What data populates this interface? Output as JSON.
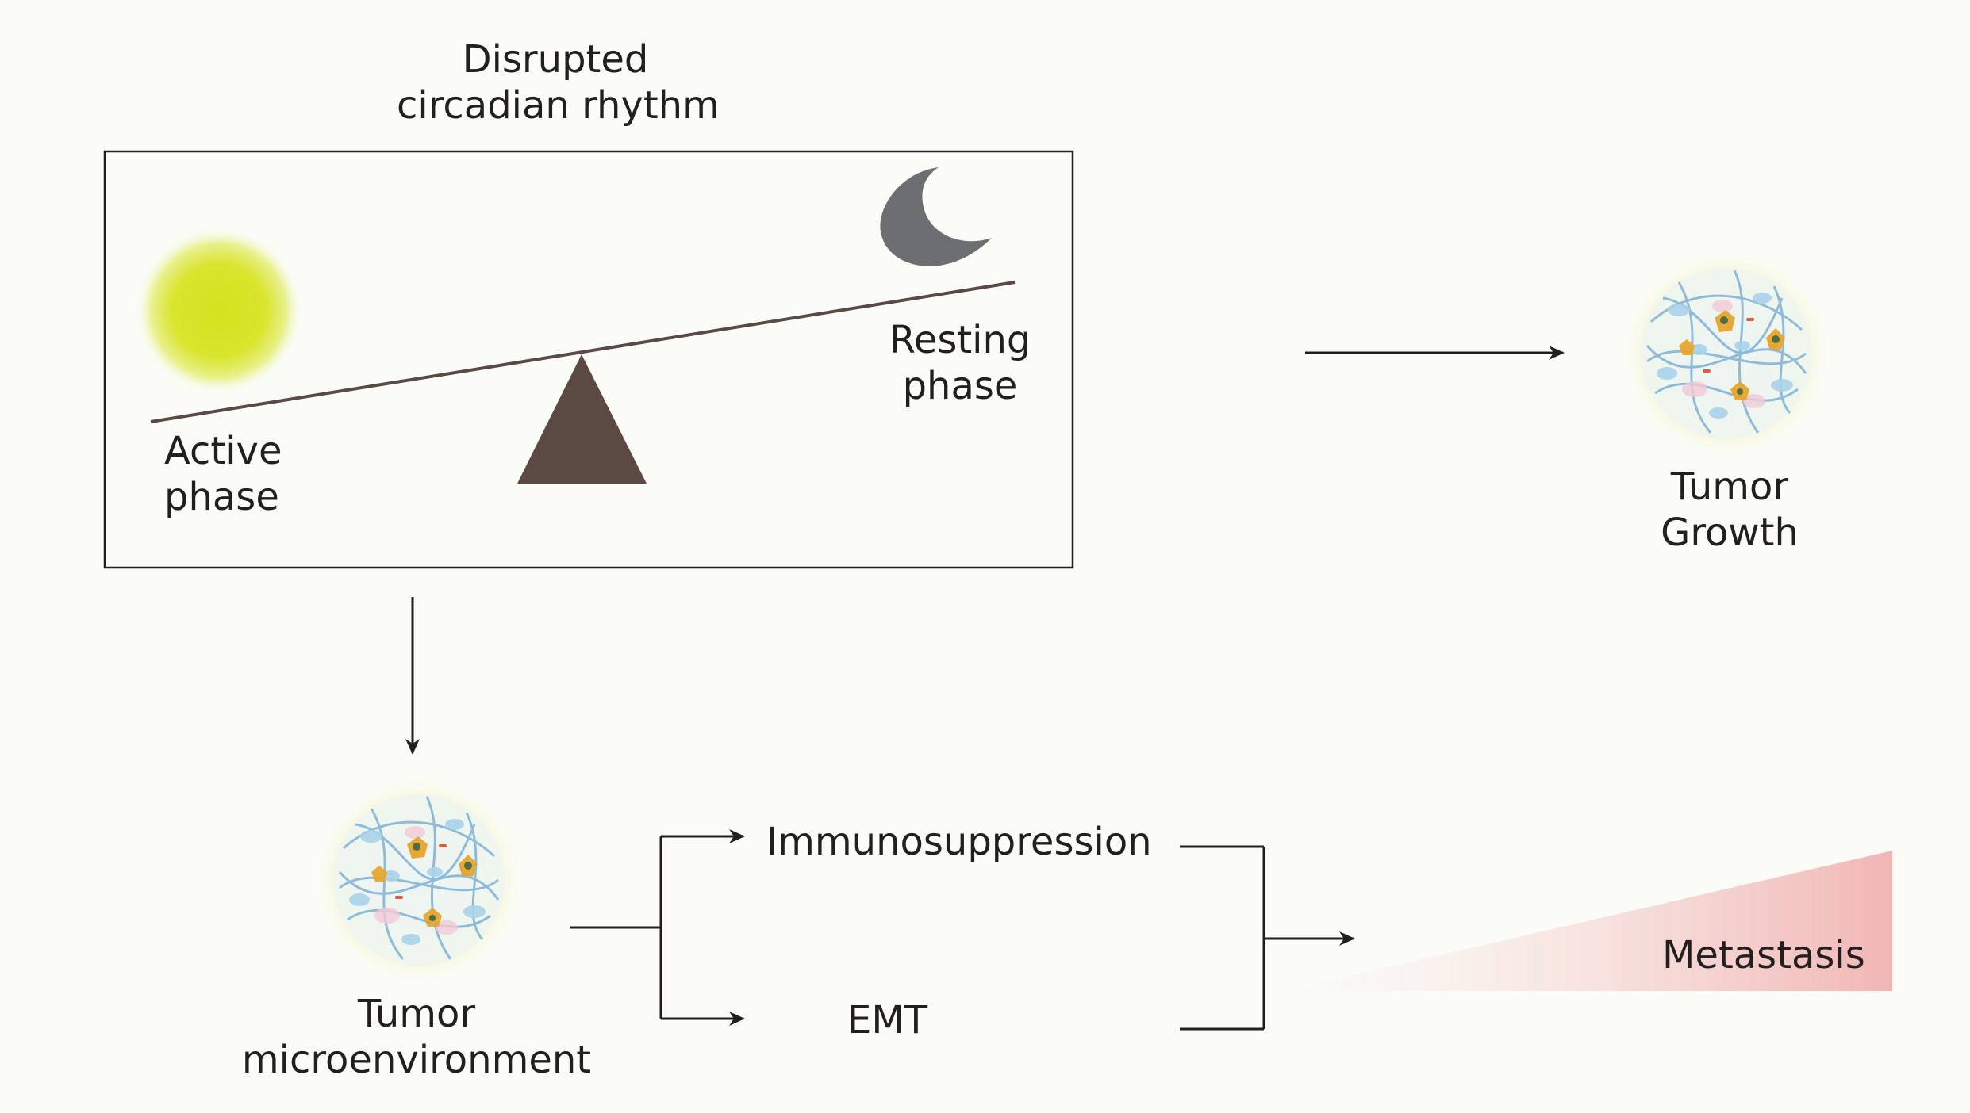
{
  "title": {
    "line1": "Disrupted",
    "line2": "circadian rhythm"
  },
  "seesaw": {
    "active_label_1": "Active",
    "active_label_2": "phase",
    "resting_label_1": "Resting",
    "resting_label_2": "phase"
  },
  "tumor_growth": {
    "line1": "Tumor",
    "line2": "Growth"
  },
  "tumor_microenvironment": {
    "line1": "Tumor",
    "line2": "microenvironment"
  },
  "outcomes": {
    "immunosuppression": "Immunosuppression",
    "emt": "EMT",
    "metastasis": "Metastasis"
  },
  "colors": {
    "sun": "#d4e21f",
    "moon": "#6d6e71",
    "fulcrum": "#5a4a43",
    "beam": "#5a4a43",
    "arrow": "#231f20",
    "metastasis_wedge": "#f0b6b4"
  },
  "icons": [
    "sun-icon",
    "moon-icon",
    "tumor-icon"
  ]
}
